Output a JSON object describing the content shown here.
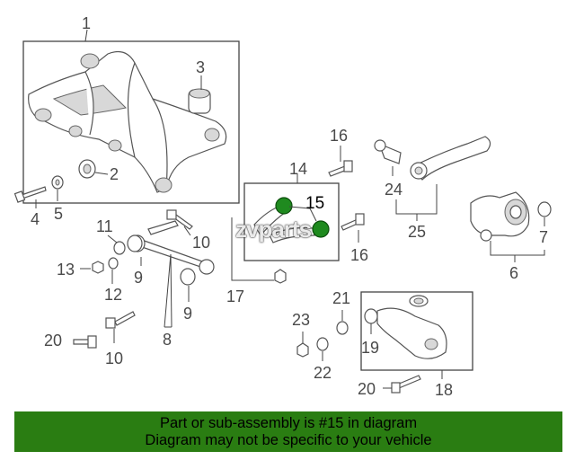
{
  "diagram": {
    "callouts": {
      "c1": "1",
      "c2": "2",
      "c3": "3",
      "c4": "4",
      "c5": "5",
      "c6": "6",
      "c7": "7",
      "c8": "8",
      "c9a": "9",
      "c9b": "9",
      "c10a": "10",
      "c10b": "10",
      "c11": "11",
      "c12": "12",
      "c13": "13",
      "c14": "14",
      "c15": "15",
      "c16a": "16",
      "c16b": "16",
      "c17": "17",
      "c18": "18",
      "c19": "19",
      "c20a": "20",
      "c20b": "20",
      "c21": "21",
      "c22": "22",
      "c23": "23",
      "c24": "24",
      "c25": "25"
    },
    "highlight_color": "#1f8a1f",
    "watermark": "zvparts"
  },
  "banner": {
    "line1": "Part or sub-assembly is #15 in diagram",
    "line2": "Diagram may not be specific to your vehicle",
    "color": "#2a7d12"
  }
}
